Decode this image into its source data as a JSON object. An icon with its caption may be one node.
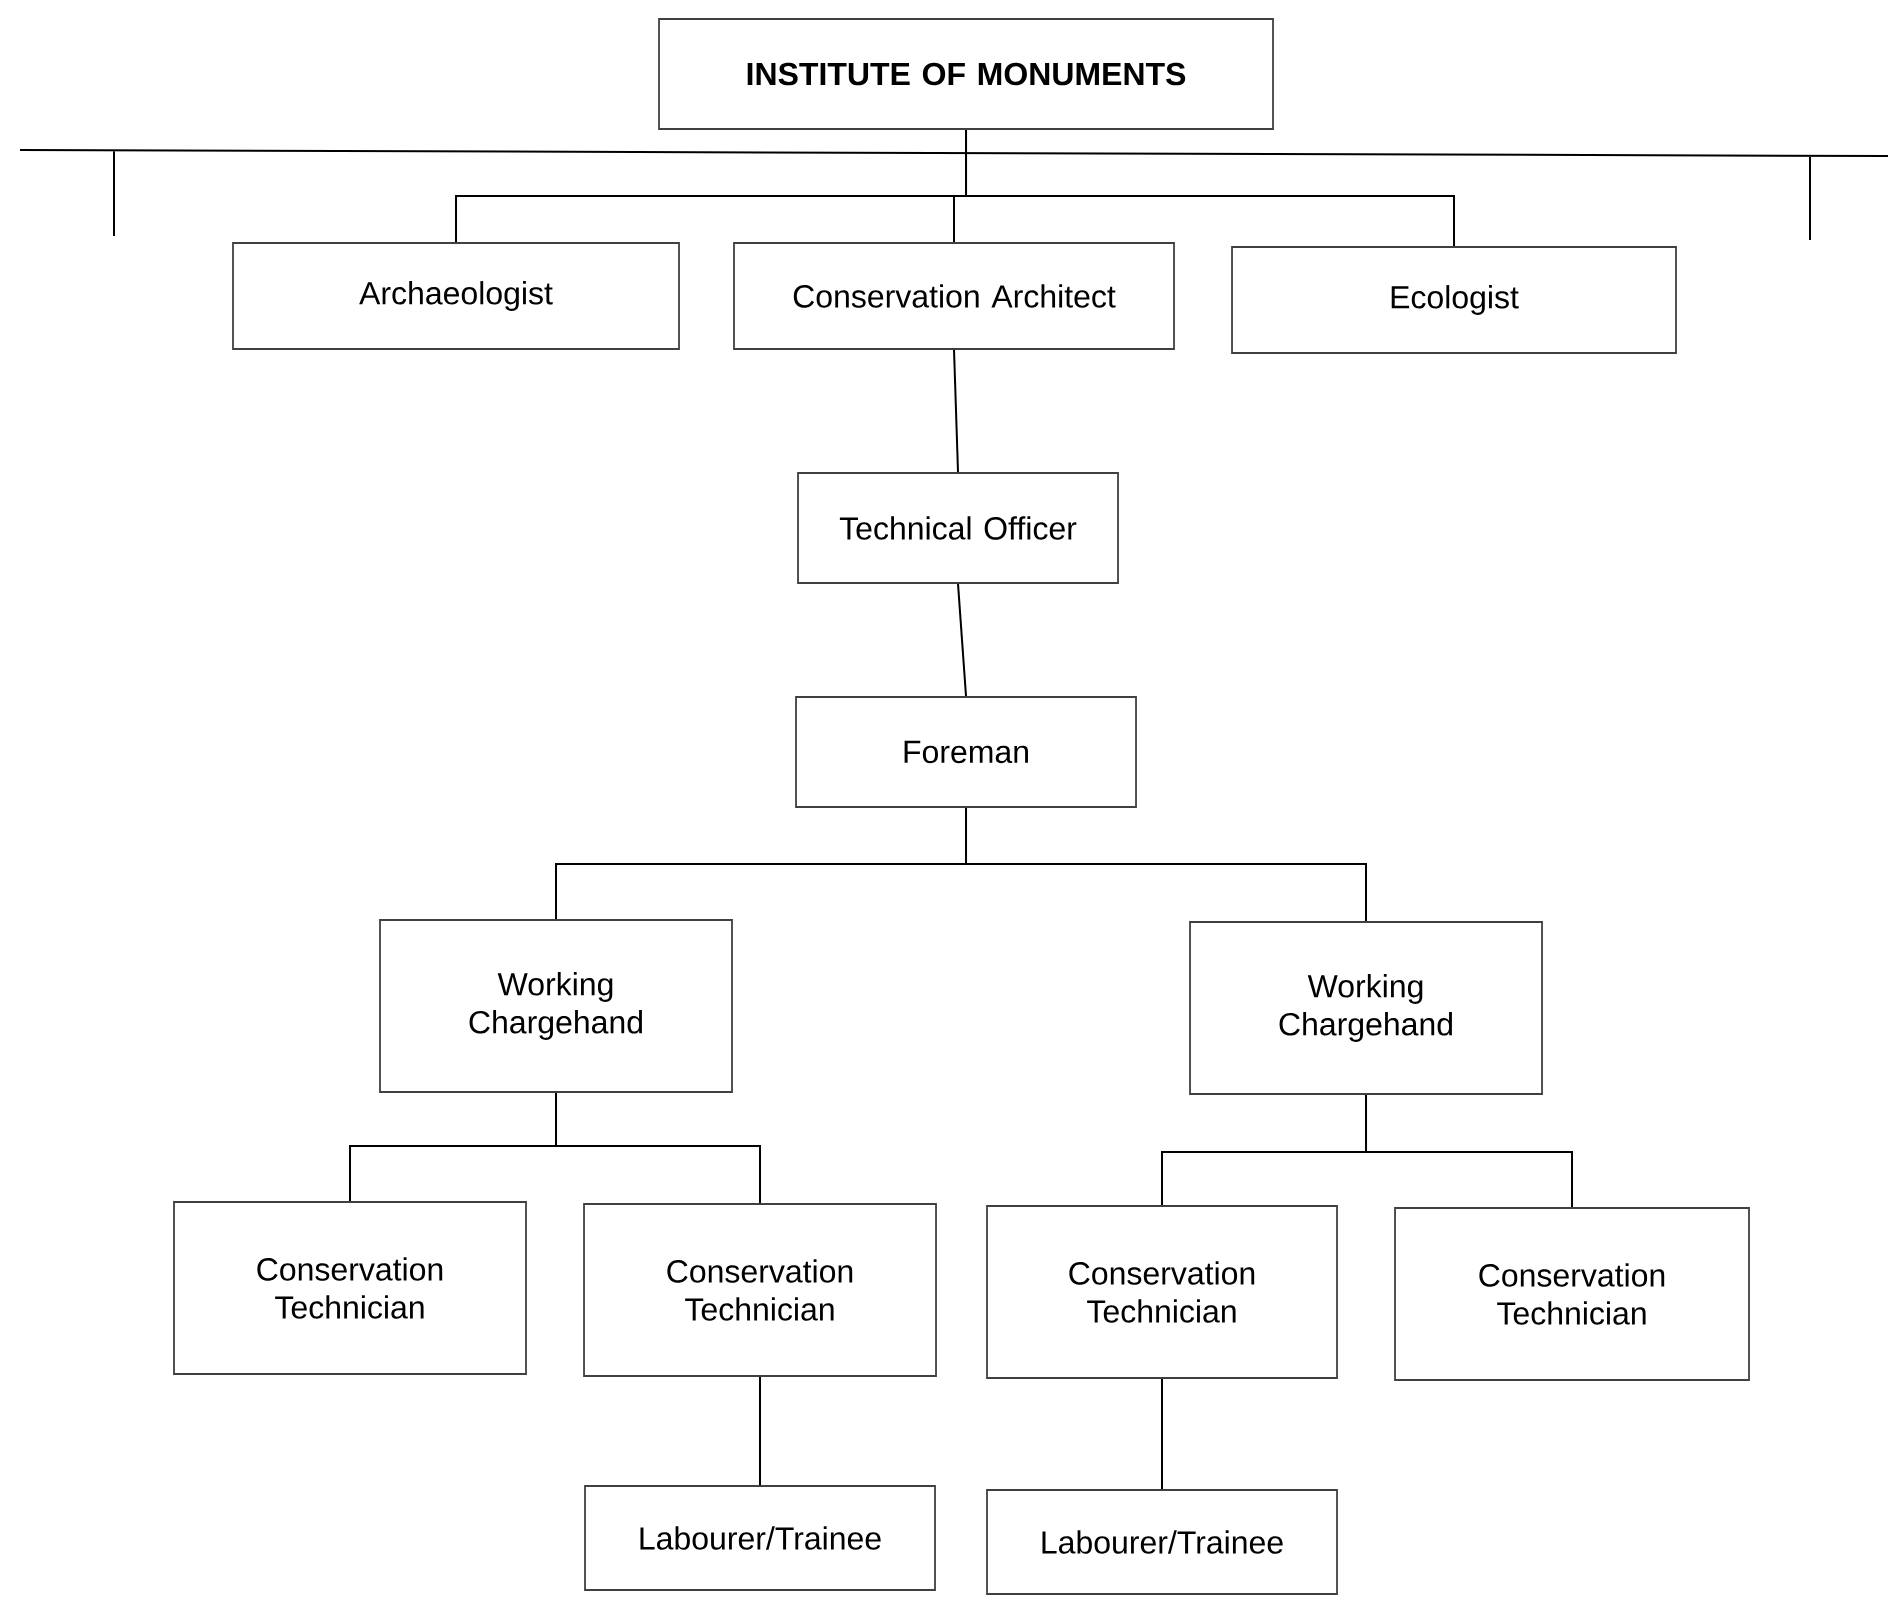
{
  "diagram": {
    "nodes": [
      {
        "text": [
          "INSTITUTE OF MONUMENTS"
        ]
      },
      {
        "text": [
          "Archaeologist"
        ]
      },
      {
        "text": [
          "Conservation Architect"
        ]
      },
      {
        "text": [
          "Ecologist"
        ]
      },
      {
        "text": [
          "Technical Officer"
        ]
      },
      {
        "text": [
          "Foreman"
        ]
      },
      {
        "text": [
          "Working Chargehand"
        ]
      },
      {
        "text": [
          "Working Chargehand"
        ]
      },
      {
        "text": [
          "Conservation Technician"
        ]
      },
      {
        "text": [
          "Conservation Technician"
        ]
      },
      {
        "text": [
          "Conservation Technician"
        ]
      },
      {
        "text": [
          "Conservation Technician"
        ]
      },
      {
        "text": [
          "Labourer/Trainee"
        ]
      },
      {
        "text": [
          "Labourer/Trainee"
        ]
      }
    ],
    "edges": [
      {
        "from": 0,
        "to": 1,
        "arrow": "none"
      },
      {
        "from": 0,
        "to": 2,
        "arrow": "none"
      },
      {
        "from": 0,
        "to": 3,
        "arrow": "none"
      },
      {
        "from": 2,
        "to": 4,
        "arrow": "none"
      },
      {
        "from": 4,
        "to": 5,
        "arrow": "none"
      },
      {
        "from": 5,
        "to": 6,
        "arrow": "none"
      },
      {
        "from": 5,
        "to": 7,
        "arrow": "none"
      },
      {
        "from": 6,
        "to": 8,
        "arrow": "none"
      },
      {
        "from": 6,
        "to": 9,
        "arrow": "none"
      },
      {
        "from": 7,
        "to": 10,
        "arrow": "none"
      },
      {
        "from": 7,
        "to": 11,
        "arrow": "none"
      },
      {
        "from": 9,
        "to": 12,
        "arrow": "none"
      },
      {
        "from": 10,
        "to": 13,
        "arrow": "none"
      }
    ]
  }
}
